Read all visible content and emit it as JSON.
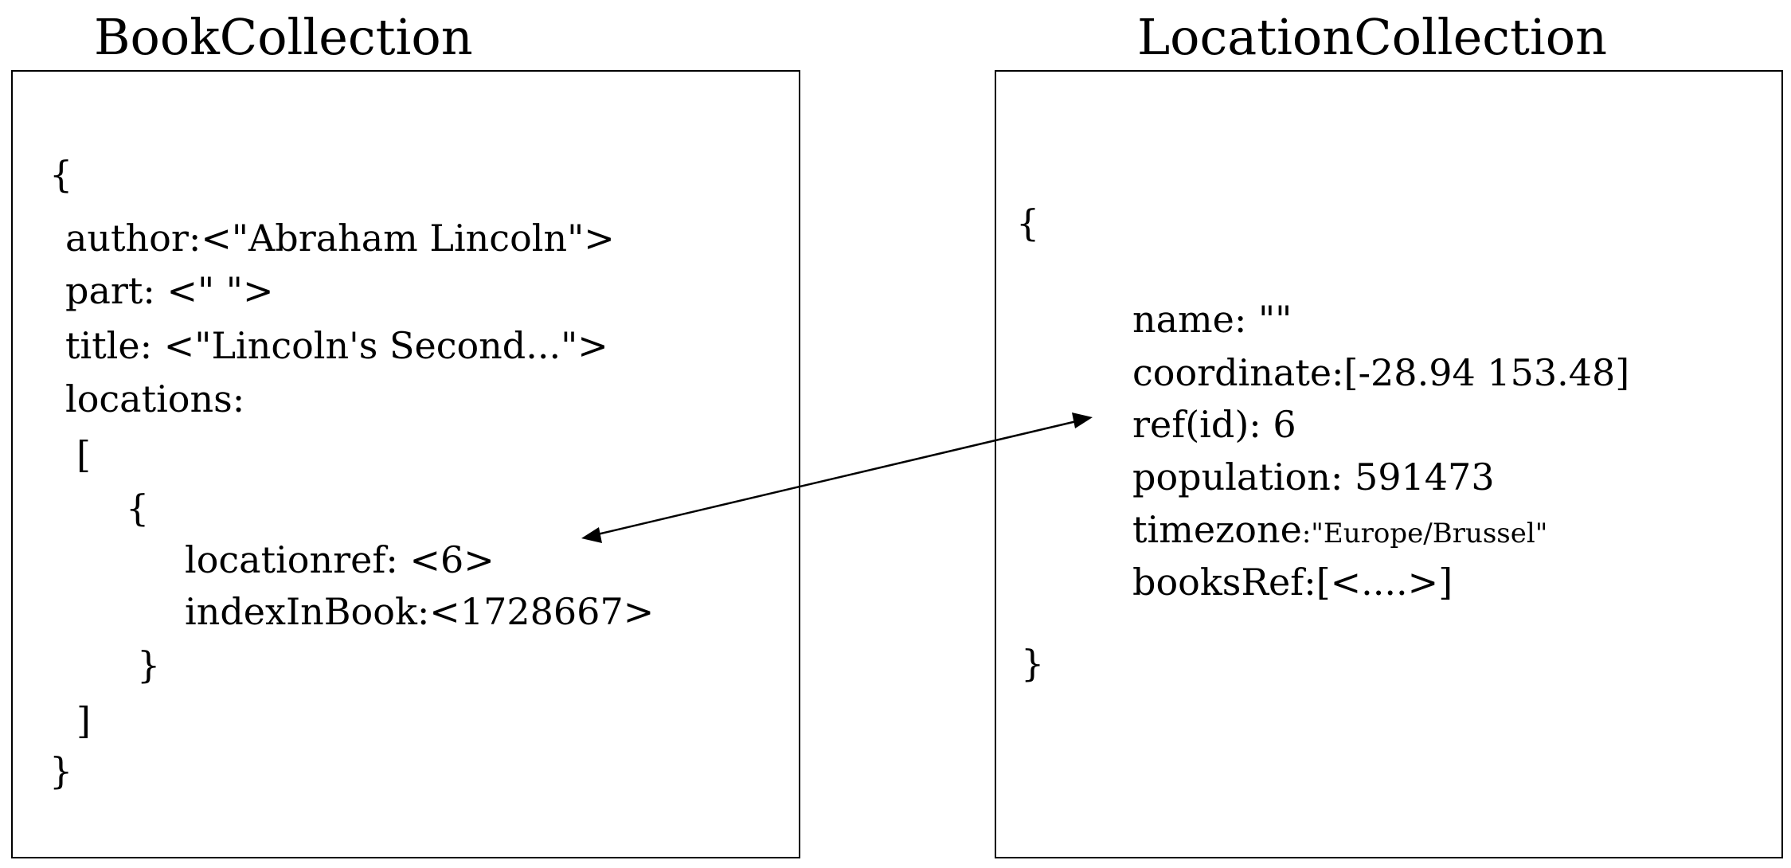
{
  "book_collection": {
    "title": "BookCollection",
    "lines": {
      "open_brace": "{",
      "author": "author:<\"Abraham Lincoln\">",
      "part": "part: <\" \">",
      "title": "title: <\"Lincoln's Second...\">",
      "locations": "locations:",
      "open_bracket": "[",
      "inner_open_brace": "{",
      "locationref": "locationref: <6>",
      "index_in_book": "indexInBook:<1728667>",
      "inner_close_brace": "}",
      "close_bracket": "]",
      "close_brace": "}"
    }
  },
  "location_collection": {
    "title": "LocationCollection",
    "lines": {
      "open_brace": "{",
      "name": "name: \"\"",
      "coordinate": "coordinate:[-28.94 153.48]",
      "ref_id": "ref(id): 6",
      "population": "population: 591473",
      "timezone_key": "timezone",
      "timezone_value": ":\"Europe/Brussel\"",
      "books_ref": "booksRef:[<....>]",
      "close_brace": "}"
    }
  },
  "connector": {
    "from": "locationref",
    "to": "ref(id)",
    "style": "double-headed arrow",
    "color": "#000000"
  }
}
